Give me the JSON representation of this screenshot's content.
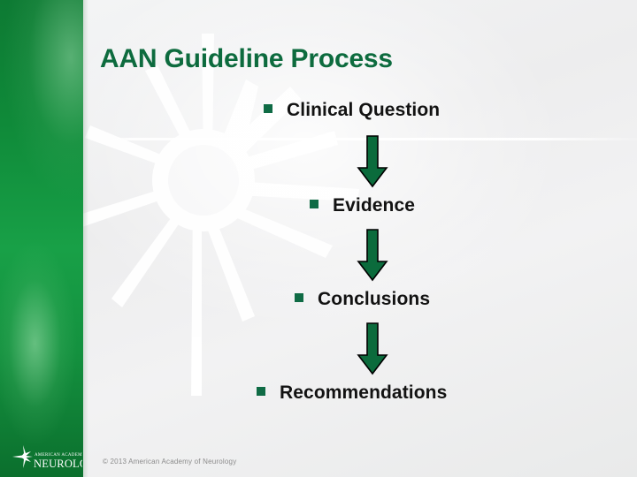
{
  "slide": {
    "title": "AAN Guideline Process",
    "title_color": "#0d6b3e",
    "background_color": "#efefef",
    "sidebar_color": "#14913f",
    "bullet_color": "#0f6b45",
    "arrow_fill_color": "#0b6b3c",
    "arrow_outline_color": "#000000"
  },
  "steps": [
    {
      "label": "Clinical Question"
    },
    {
      "label": "Evidence"
    },
    {
      "label": "Conclusions"
    },
    {
      "label": "Recommendations"
    }
  ],
  "connectors": [
    {
      "name": "down-arrow-1"
    },
    {
      "name": "down-arrow-2"
    },
    {
      "name": "down-arrow-3"
    }
  ],
  "logo": {
    "line1": "AMERICAN ACADEMY OF",
    "line2": "NEUROLOGY."
  },
  "footer": {
    "copyright": "© 2013 American Academy of Neurology"
  }
}
